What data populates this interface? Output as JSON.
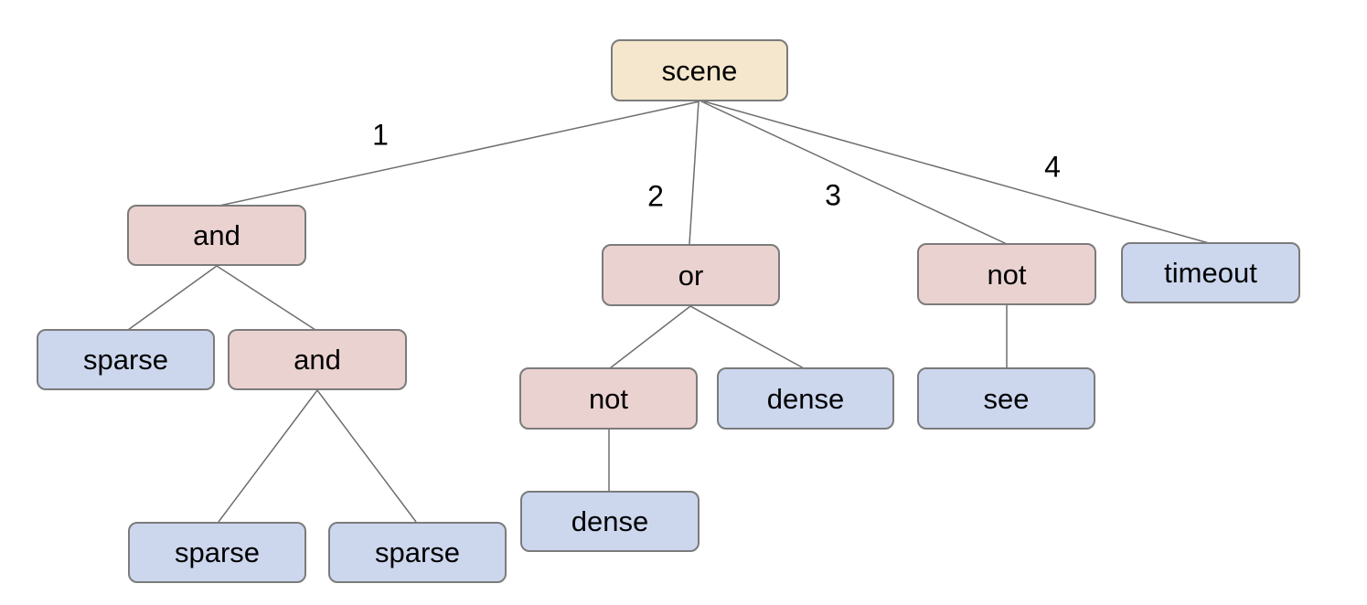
{
  "diagram": {
    "colors": {
      "background": "#ffffff",
      "root_fill": "#f4e7cd",
      "operator_fill": "#ead2d0",
      "leaf_fill": "#ccd7ee",
      "node_border": "#7b7b7b",
      "edge_line": "#6e6e6e",
      "text": "#000000"
    },
    "nodes": [
      {
        "id": "scene",
        "label": "scene",
        "kind": "root"
      },
      {
        "id": "and-1",
        "label": "and",
        "kind": "operator"
      },
      {
        "id": "or-1",
        "label": "or",
        "kind": "operator"
      },
      {
        "id": "not-1",
        "label": "not",
        "kind": "operator"
      },
      {
        "id": "timeout-1",
        "label": "timeout",
        "kind": "leaf"
      },
      {
        "id": "sparse-1",
        "label": "sparse",
        "kind": "leaf"
      },
      {
        "id": "and-2",
        "label": "and",
        "kind": "operator"
      },
      {
        "id": "not-2",
        "label": "not",
        "kind": "operator"
      },
      {
        "id": "dense-1",
        "label": "dense",
        "kind": "leaf"
      },
      {
        "id": "see-1",
        "label": "see",
        "kind": "leaf"
      },
      {
        "id": "sparse-2",
        "label": "sparse",
        "kind": "leaf"
      },
      {
        "id": "sparse-3",
        "label": "sparse",
        "kind": "leaf"
      },
      {
        "id": "dense-2",
        "label": "dense",
        "kind": "leaf"
      }
    ],
    "edge_labels": [
      {
        "text": "1"
      },
      {
        "text": "2"
      },
      {
        "text": "3"
      },
      {
        "text": "4"
      }
    ],
    "edges": [
      {
        "from": "scene",
        "to": "and-1",
        "label": "1"
      },
      {
        "from": "scene",
        "to": "or-1",
        "label": "2"
      },
      {
        "from": "scene",
        "to": "not-1",
        "label": "3"
      },
      {
        "from": "scene",
        "to": "timeout-1",
        "label": "4"
      },
      {
        "from": "and-1",
        "to": "sparse-1",
        "label": ""
      },
      {
        "from": "and-1",
        "to": "and-2",
        "label": ""
      },
      {
        "from": "and-2",
        "to": "sparse-2",
        "label": ""
      },
      {
        "from": "and-2",
        "to": "sparse-3",
        "label": ""
      },
      {
        "from": "or-1",
        "to": "not-2",
        "label": ""
      },
      {
        "from": "or-1",
        "to": "dense-1",
        "label": ""
      },
      {
        "from": "not-2",
        "to": "dense-2",
        "label": ""
      },
      {
        "from": "not-1",
        "to": "see-1",
        "label": ""
      }
    ]
  }
}
